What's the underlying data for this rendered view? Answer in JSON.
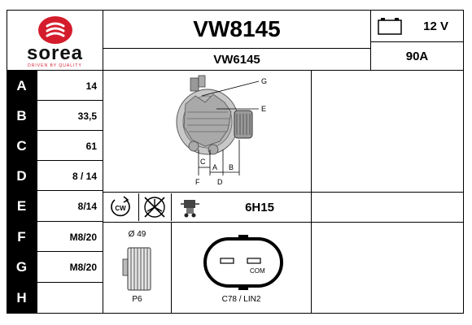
{
  "brand": {
    "name": "sorea",
    "tagline": "DRIVEN BY QUALITY",
    "colors": {
      "red": "#d41c2c",
      "black": "#111111"
    }
  },
  "header": {
    "part_number": "VW8145",
    "oe_reference": "VW6145",
    "voltage": "12 V",
    "amperage": "90A"
  },
  "specs": [
    {
      "letter": "A",
      "value": "14"
    },
    {
      "letter": "B",
      "value": "33,5"
    },
    {
      "letter": "C",
      "value": "61"
    },
    {
      "letter": "D",
      "value": "8 / 14"
    },
    {
      "letter": "E",
      "value": "8/14"
    },
    {
      "letter": "F",
      "value": "M8/20"
    },
    {
      "letter": "G",
      "value": "M8/20"
    },
    {
      "letter": "H",
      "value": ""
    }
  ],
  "diagram_labels": {
    "g": "G",
    "e": "E",
    "c": "C",
    "a": "A",
    "b": "B",
    "f": "F",
    "d": "D"
  },
  "rotation": {
    "direction": "CW",
    "fan_icon": "no-fan-icon",
    "regulator_icon": "regulator-icon"
  },
  "regulator_code": "6H15",
  "pulley": {
    "diameter": "Ø 49",
    "type": "P6"
  },
  "connector": {
    "pin": "COM",
    "code": "C78 / LIN2"
  }
}
